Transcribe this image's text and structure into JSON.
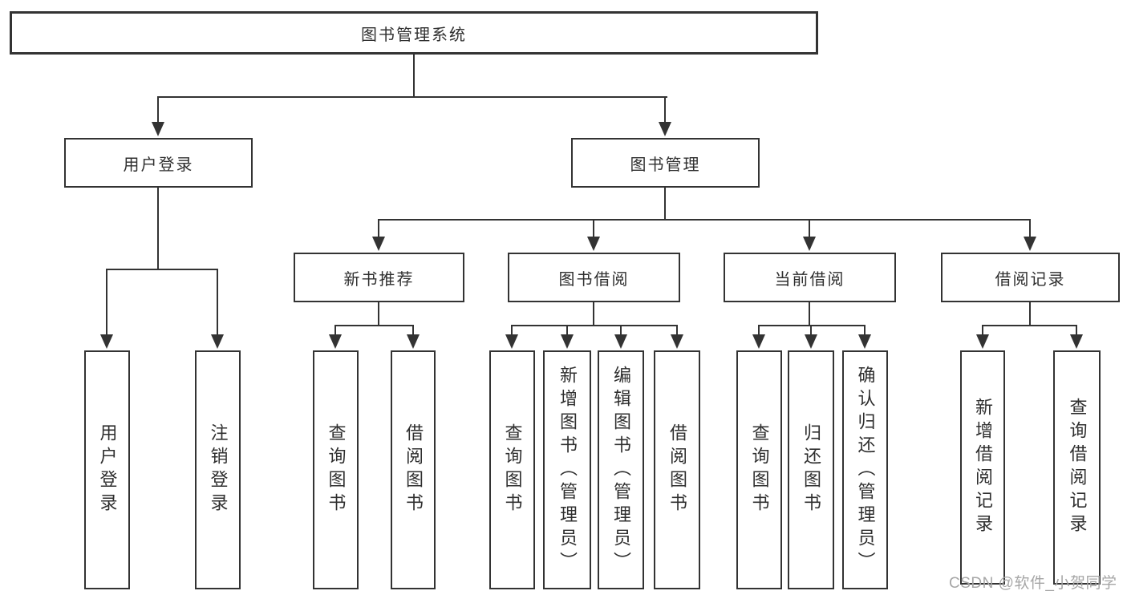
{
  "tree": {
    "root": {
      "label": "图书管理系统"
    },
    "user_login": {
      "label": "用户登录",
      "children": [
        {
          "label": "用户登录"
        },
        {
          "label": "注销登录"
        }
      ]
    },
    "book_mgmt": {
      "label": "图书管理",
      "children": [
        {
          "label": "新书推荐",
          "children": [
            {
              "label": "查询图书"
            },
            {
              "label": "借阅图书"
            }
          ]
        },
        {
          "label": "图书借阅",
          "children": [
            {
              "label": "查询图书"
            },
            {
              "label": "新增图书（管理员）"
            },
            {
              "label": "编辑图书（管理员）"
            },
            {
              "label": "借阅图书"
            }
          ]
        },
        {
          "label": "当前借阅",
          "children": [
            {
              "label": "查询图书"
            },
            {
              "label": "归还图书"
            },
            {
              "label": "确认归还（管理员）"
            }
          ]
        },
        {
          "label": "借阅记录",
          "children": [
            {
              "label": "新增借阅记录"
            },
            {
              "label": "查询借阅记录"
            }
          ]
        }
      ]
    }
  },
  "watermark": {
    "text": "CSDN @软件_小贺同学"
  },
  "colors": {
    "line": "#333333",
    "text": "#2f2f2f",
    "background": "#ffffff",
    "watermark": "#a6a6a6"
  }
}
